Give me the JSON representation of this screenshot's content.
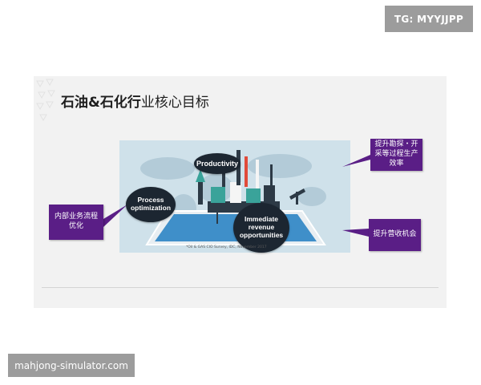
{
  "watermarks": {
    "top_right": "TG: MYYJJPP",
    "bottom_left": "mahjong-simulator.com"
  },
  "slide": {
    "title_bold": "石油&石化行",
    "title_rest": "业核心目标",
    "bubbles": {
      "productivity": "Productivity",
      "process": "Process optimization",
      "immediate": "Immediate revenue opportunities"
    },
    "callouts": {
      "productivity": "提升勘探・开采等过程生产效率",
      "process": "内部业务流程优化",
      "immediate": "提升营收机会"
    },
    "source_note": "*Oil & GAS CIO Survey, IDC, November 2017"
  },
  "colors": {
    "callout": "#5a1e86",
    "bubble": "#1c2631",
    "slide_bg": "#f2f2f2",
    "illustration_bg": "#cfe1ea",
    "tablet_blue": "#3f8fc9"
  }
}
